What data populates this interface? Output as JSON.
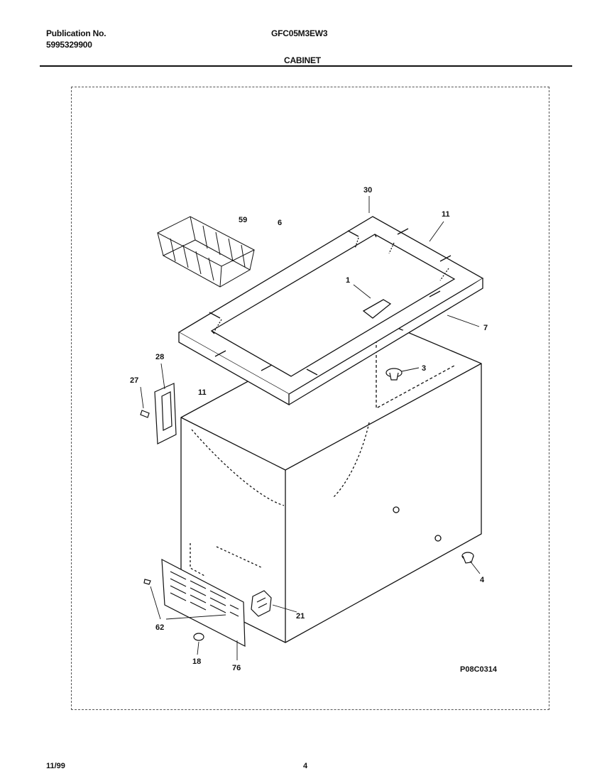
{
  "header": {
    "publication_label": "Publication No.",
    "publication_number": "5995329900",
    "model": "GFC05M3EW3",
    "section": "CABINET"
  },
  "diagram": {
    "code": "P08C0314",
    "callouts": {
      "c30": "30",
      "c11a": "11",
      "c59": "59",
      "c6": "6",
      "c1": "1",
      "c7": "7",
      "c28": "28",
      "c27": "27",
      "c11b": "11",
      "c3": "3",
      "c4": "4",
      "c21": "21",
      "c62": "62",
      "c18": "18",
      "c76": "76"
    }
  },
  "footer": {
    "date": "11/99",
    "page": "4"
  }
}
